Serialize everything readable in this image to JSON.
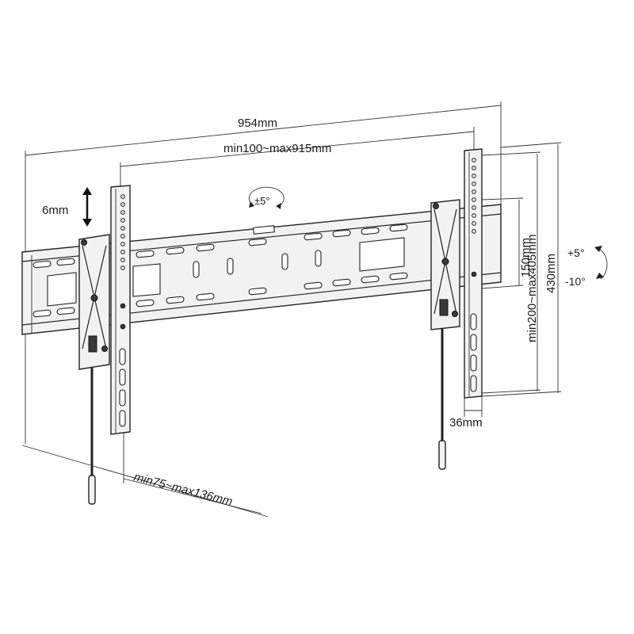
{
  "dimensions": {
    "overall_width": "954mm",
    "bracket_spacing": "min100~max915mm",
    "adjust_depth": "6mm",
    "tilt_range": "±5°",
    "mount_height_small": "150mm",
    "mount_height_range": "min200~max405mm",
    "overall_height": "430mm",
    "tilt_up": "+5°",
    "tilt_down": "-10°",
    "profile_depth": "36mm",
    "wall_distance": "min75~max136mm"
  }
}
